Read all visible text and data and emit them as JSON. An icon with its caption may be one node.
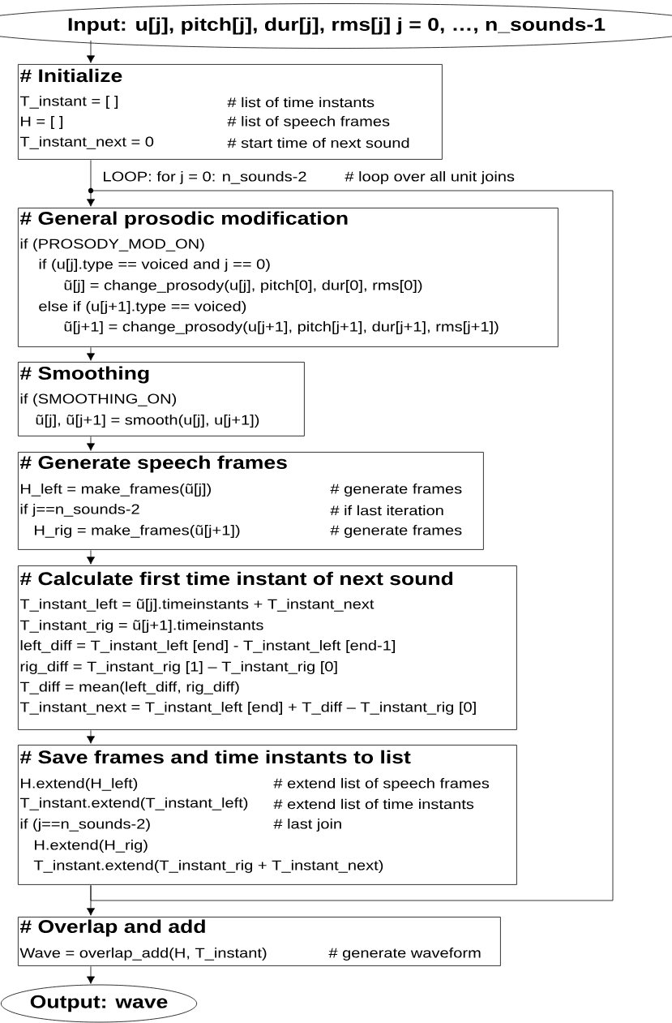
{
  "diagram": {
    "nodes": [
      {
        "text": [
          "Input: u[j], pitch[j], dur[j], rms[j]    j = 0, …, n_sounds-1"
        ]
      },
      {
        "text": [
          "# Initialize",
          "T_instant = [ ]",
          "# list of time instants",
          "H = [ ]",
          "# list of speech frames",
          "T_instant_next = 0",
          "# start time of next sound"
        ]
      },
      {
        "text": [
          "# General prosodic modification",
          "if (PROSODY_MOD_ON)",
          "if (u[j].type == voiced and j == 0)",
          "ũ[j] = change_prosody(u[j], pitch[0], dur[0], rms[0])",
          "else if (u[j+1].type == voiced)",
          "ũ[j+1] = change_prosody(u[j+1], pitch[j+1], dur[j+1], rms[j+1])"
        ]
      },
      {
        "text": [
          "# Smoothing",
          "if (SMOOTHING_ON)",
          "ũ[j], ũ[j+1] = smooth(u[j], u[j+1])"
        ]
      },
      {
        "text": [
          "# Generate speech frames",
          "H_left = make_frames(ũ[j])",
          "# generate frames",
          "if j==n_sounds-2",
          "# if last iteration",
          "H_rig = make_frames(ũ[j+1])",
          "# generate frames"
        ]
      },
      {
        "text": [
          "# Calculate first time instant of next sound",
          "T_instant_left = ũ[j].timeinstants + T_instant_next",
          "T_instant_rig = ũ[j+1].timeinstants",
          "left_diff = T_instant_left [end] - T_instant_left [end-1]",
          "rig_diff = T_instant_rig [1] – T_instant_rig [0]",
          "T_diff = mean(left_diff, rig_diff)",
          "T_instant_next = T_instant_left [end] + T_diff – T_instant_rig [0]"
        ]
      },
      {
        "text": [
          "# Save frames and time instants to list",
          "H.extend(H_left)",
          "# extend list of speech frames",
          "T_instant.extend(T_instant_left)",
          "# extend list of time instants",
          "if (j==n_sounds-2)",
          "# last join",
          "H.extend(H_rig)",
          "T_instant.extend(T_instant_rig + T_instant_next)"
        ]
      },
      {
        "text": [
          "# Overlap and add",
          "Wave = overlap_add(H, T_instant)",
          "# generate waveform"
        ]
      },
      {
        "text": [
          "Output: wave"
        ]
      }
    ],
    "edges": [
      {
        "from": 0,
        "to": 1,
        "arrow": "to"
      },
      {
        "from": 1,
        "to": 2,
        "arrow": "to",
        "label": "LOOP: for j = 0: n_sounds-2"
      },
      {
        "from": 2,
        "to": 3,
        "arrow": "to"
      },
      {
        "from": 3,
        "to": 4,
        "arrow": "to"
      },
      {
        "from": 4,
        "to": 5,
        "arrow": "to"
      },
      {
        "from": 5,
        "to": 6,
        "arrow": "to"
      },
      {
        "from": 6,
        "to": 2,
        "arrow": "to"
      },
      {
        "from": 6,
        "to": 7,
        "arrow": "to"
      },
      {
        "from": 7,
        "to": 8,
        "arrow": "to"
      }
    ],
    "labels": [
      "# loop over all unit joins"
    ]
  }
}
